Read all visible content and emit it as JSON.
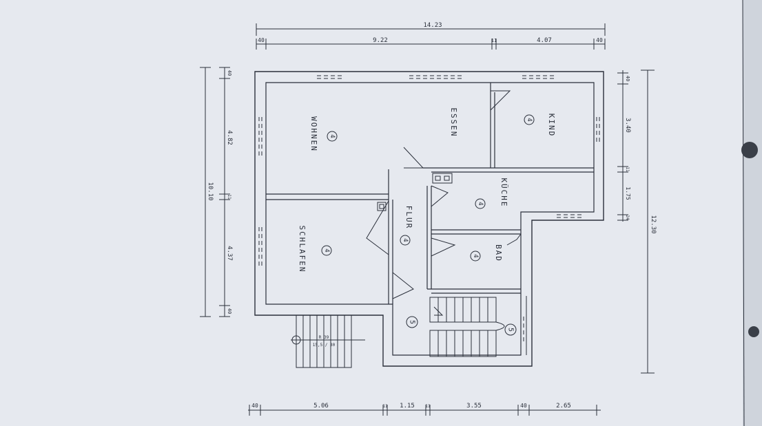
{
  "colors": {
    "paper": "#e6e9ef",
    "paper_edge": "#cfd4dc",
    "ink": "#2a2f3a"
  },
  "rooms": {
    "wohnen": "WOHNEN",
    "essen": "ESSEN",
    "kind": "KIND",
    "kueche": "KÜCHE",
    "flur": "FLUR",
    "schlafen": "SCHLAFEN",
    "bad": "BAD"
  },
  "markers": {
    "wohnen": "4",
    "kind": "4",
    "kueche": "4",
    "flur": "4",
    "schlafen": "4",
    "bad": "4",
    "stair_inner": "5",
    "stair_outer": "5"
  },
  "dimensions": {
    "top_total": "14.23",
    "top_seg_left_wall": "40",
    "top_seg_a": "9.22",
    "top_seg_mid_wall": "11",
    "top_seg_b": "4.07",
    "top_seg_right_wall": "40",
    "left_total": "10.10",
    "left_seg_top_wall": "40",
    "left_seg_a": "4.82",
    "left_seg_mid_wall": "11",
    "left_seg_b": "4.37",
    "left_seg_bottom_wall": "40",
    "right_total": "12.30",
    "right_seg_top_wall": "40",
    "right_seg_a": "3.40",
    "right_seg_mid_wall": "11",
    "right_seg_b": "1.75",
    "right_seg_low_wall": "24",
    "bottom_seg_left_wall": "40",
    "bottom_seg_a": "5.06",
    "bottom_seg_wall_a": "11",
    "bottom_seg_b": "1.15",
    "bottom_seg_wall_b": "11",
    "bottom_seg_c": "3.55",
    "bottom_seg_wall_c": "40",
    "bottom_seg_d": "2.65"
  },
  "stair_note": {
    "line1": "R 39",
    "line2": "15,5 / 30"
  }
}
